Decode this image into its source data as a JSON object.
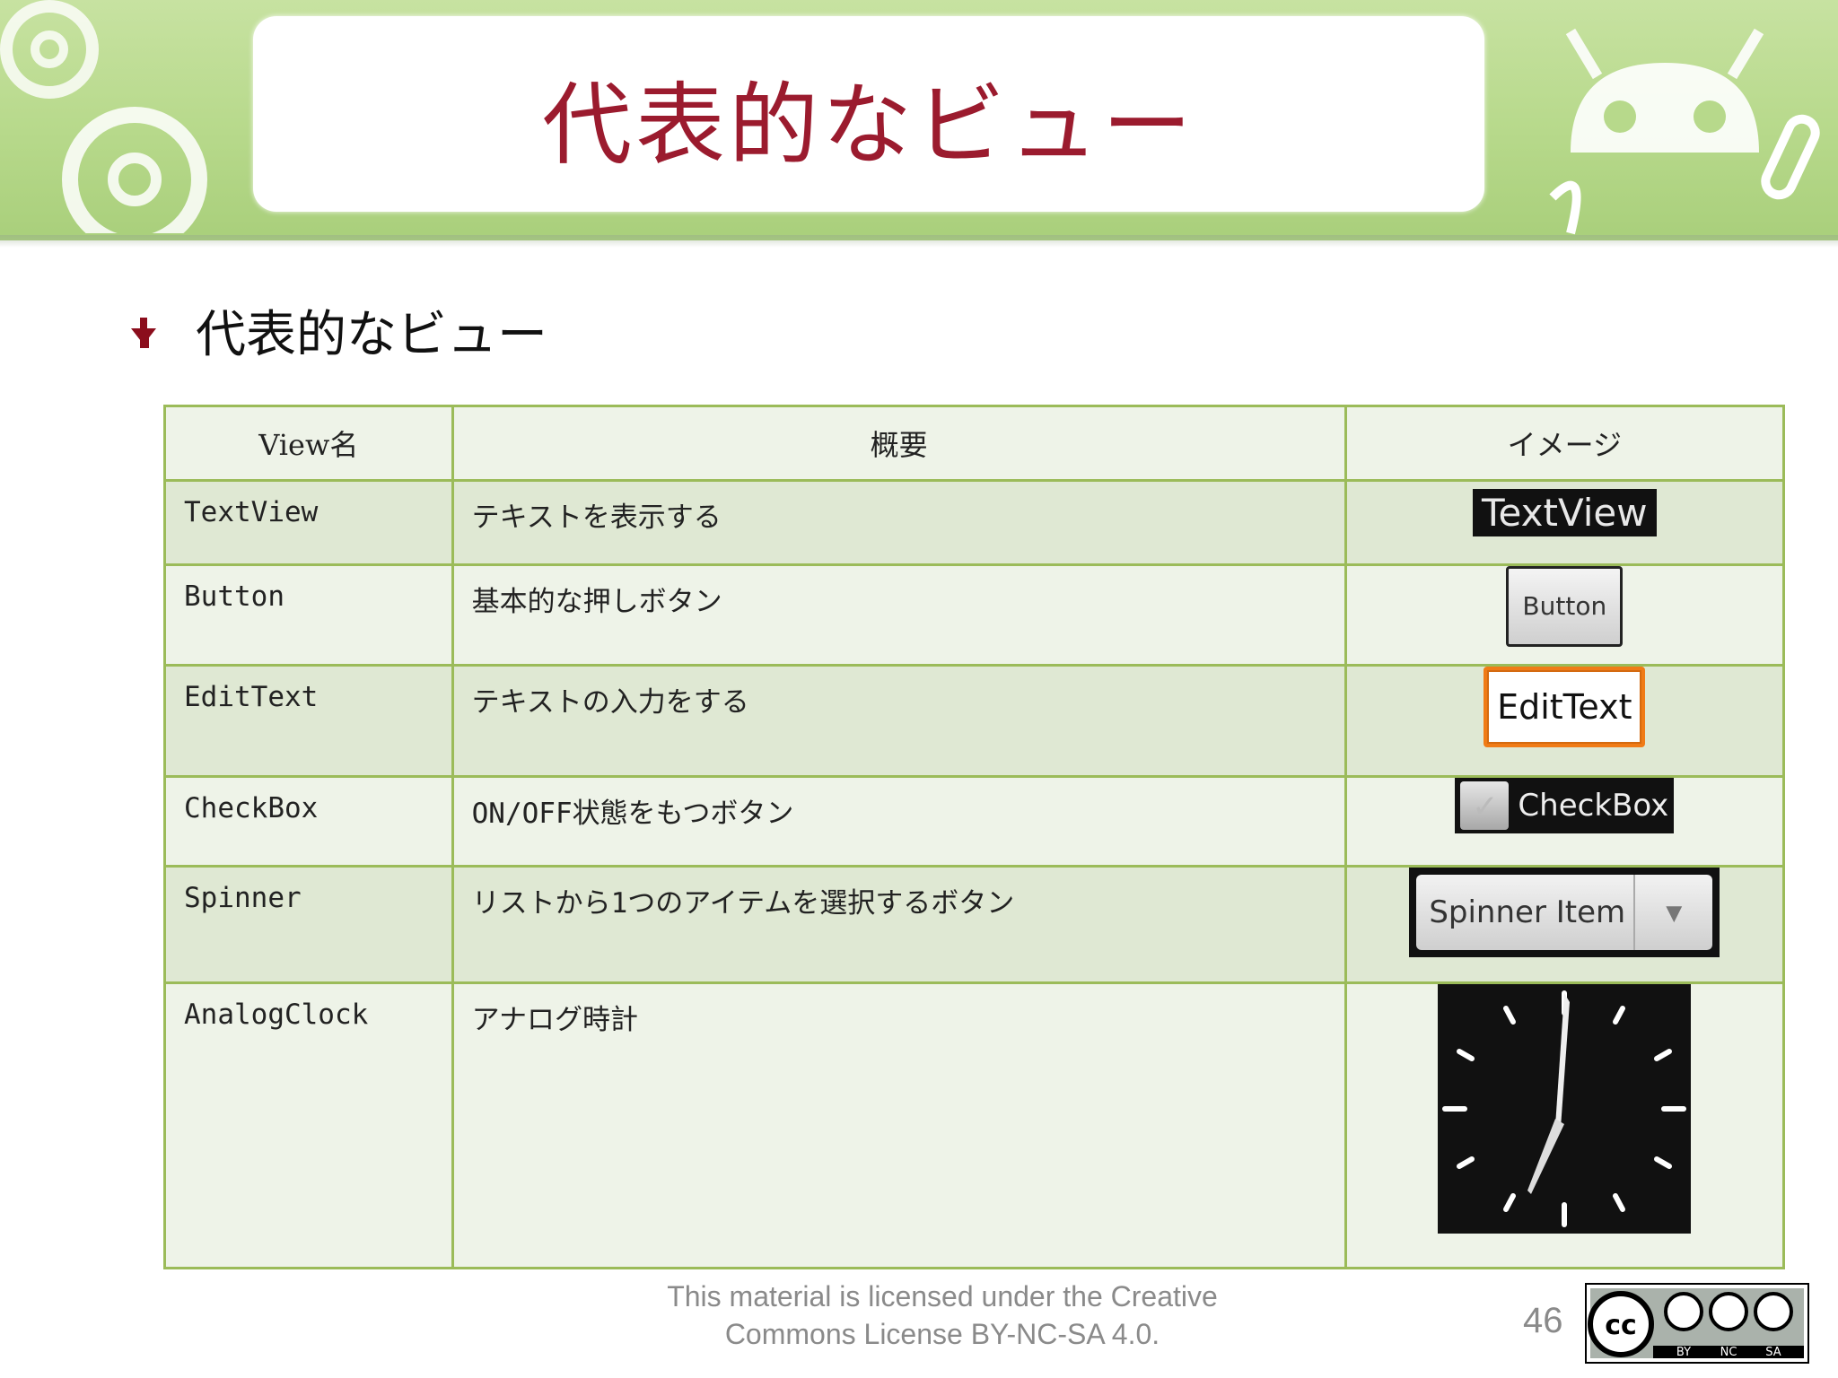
{
  "slide": {
    "title": "代表的なビュー",
    "bullet": "代表的なビュー",
    "page_number": "46",
    "license_line1": "This material is licensed under the Creative",
    "license_line2": "Commons License BY-NC-SA 4.0.",
    "license_badge": {
      "cc": "cc",
      "by": "BY",
      "nc": "NC",
      "sa": "SA"
    }
  },
  "table": {
    "headers": [
      "View名",
      "概要",
      "イメージ"
    ],
    "rows": [
      {
        "name": "TextView",
        "desc": "テキストを表示する",
        "image_text": "TextView"
      },
      {
        "name": "Button",
        "desc": "基本的な押しボタン",
        "image_text": "Button"
      },
      {
        "name": "EditText",
        "desc": "テキストの入力をする",
        "image_text": "EditText"
      },
      {
        "name": "CheckBox",
        "desc": "ON/OFF状態をもつボタン",
        "image_text": "CheckBox"
      },
      {
        "name": "Spinner",
        "desc": "リストから1つのアイテムを選択するボタン",
        "image_text": "Spinner Item"
      },
      {
        "name": "AnalogClock",
        "desc": "アナログ時計",
        "image_text": ""
      }
    ]
  },
  "colors": {
    "title": "#9b1b2e",
    "border": "#9bbb59",
    "header_band": "#b7d98b"
  }
}
